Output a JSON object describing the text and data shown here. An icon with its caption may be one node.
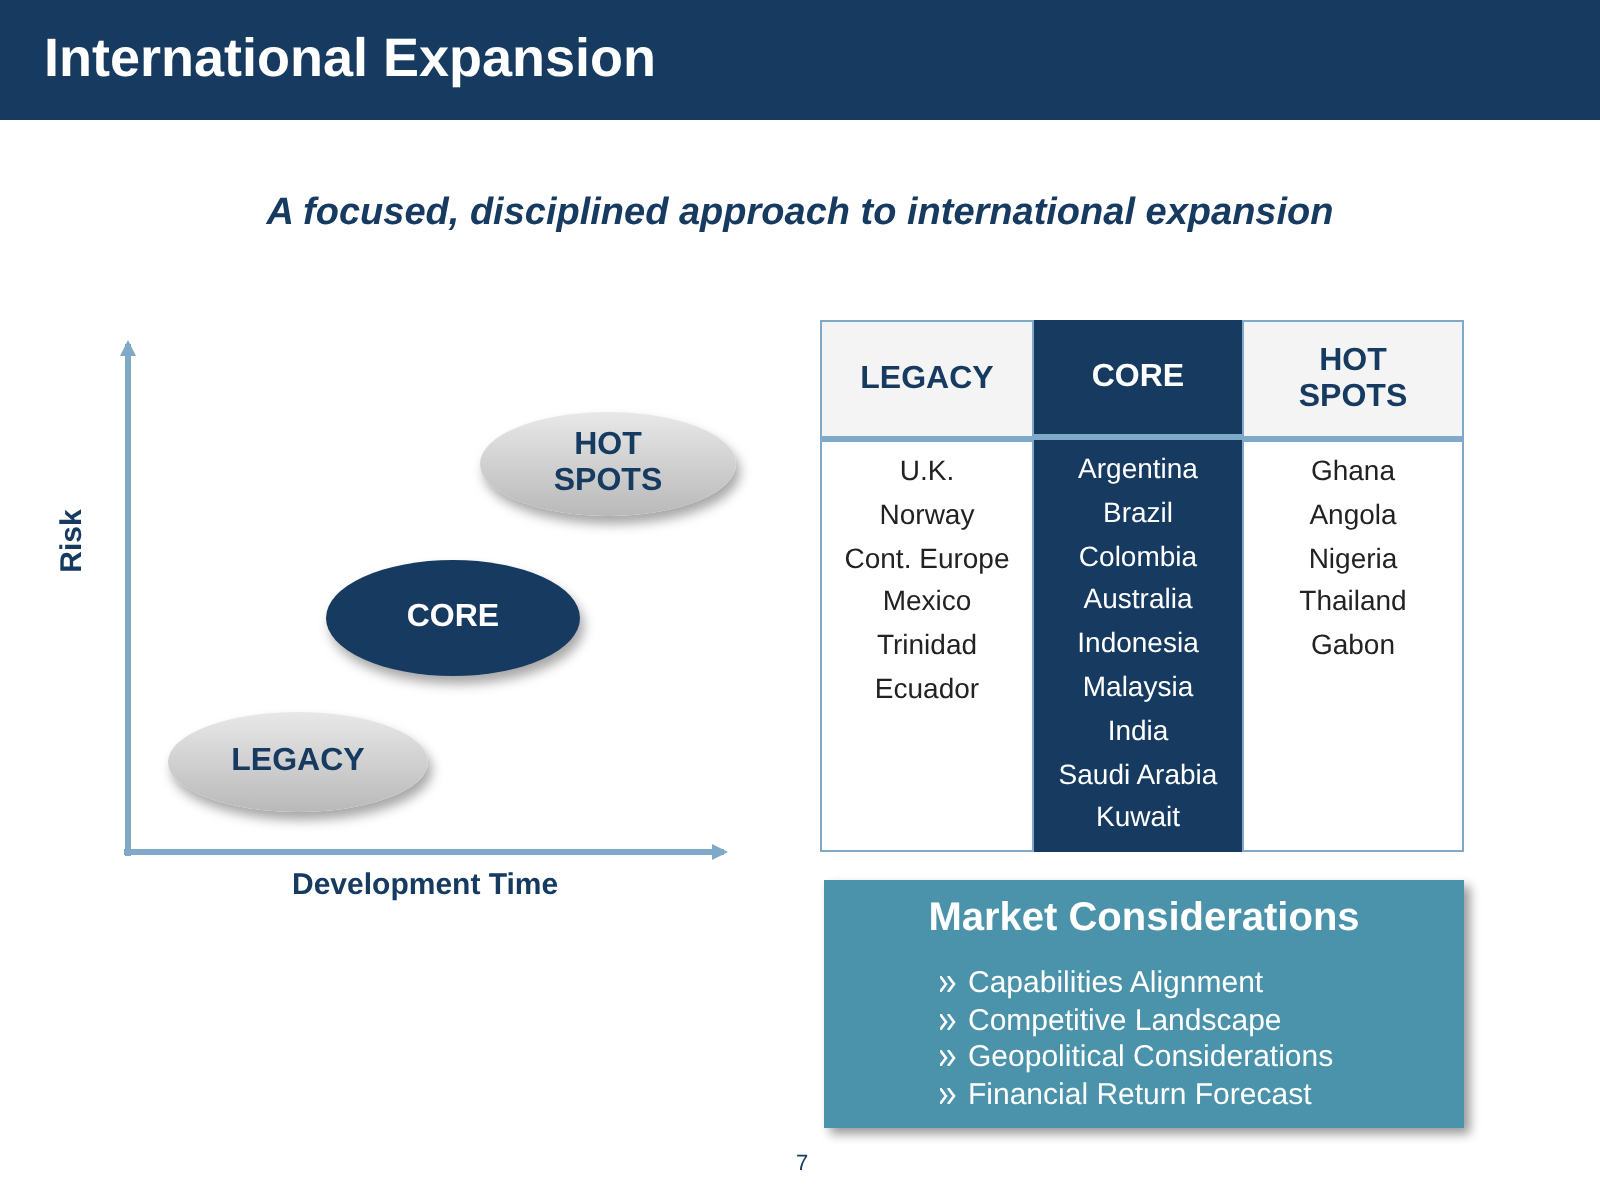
{
  "diagram": {
    "title": "International Expansion",
    "nodes": [
      {
        "text": [
          "LEGACY"
        ]
      },
      {
        "text": [
          "CORE"
        ]
      },
      {
        "text": [
          "HOT SPOTS"
        ]
      },
      {
        "text": [
          "LEGACY",
          "U.K.",
          "Norway",
          "Cont. Europe",
          "Mexico",
          "Trinidad",
          "Ecuador"
        ]
      },
      {
        "text": [
          "CORE",
          "Argentina",
          "Brazil",
          "Colombia",
          "Australia",
          "Indonesia",
          "Malaysia",
          "India",
          "Saudi Arabia",
          "Kuwait"
        ]
      },
      {
        "text": [
          "HOT SPOTS",
          "Ghana",
          "Angola",
          "Nigeria",
          "Thailand",
          "Gabon"
        ]
      },
      {
        "text": [
          "Market Considerations",
          "Capabilities Alignment",
          "Competitive Landscape",
          "Geopolitical Considerations",
          "Financial Return Forecast"
        ]
      }
    ],
    "edges": [],
    "labels": [
      "A focused, disciplined approach to international expansion",
      "Risk",
      "Development Time",
      "7"
    ]
  }
}
